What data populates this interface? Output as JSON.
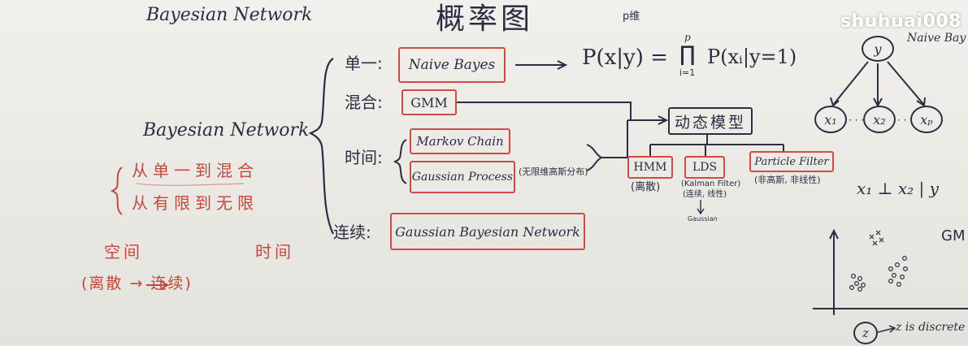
{
  "header": {
    "left_title": "Bayesian Network",
    "center_title": "概率图",
    "watermark": "shuhuai008"
  },
  "left": {
    "main_label": "Bayesian Network",
    "line1": "从单一到混合",
    "line2": "从有限到无限",
    "space": "空间",
    "time": "时间",
    "discrete_to_continuous": "(离散 → 连续)"
  },
  "categories": {
    "single": "单一:",
    "mixed": "混合:",
    "time": "时间:",
    "continuous": "连续:"
  },
  "models": {
    "naive_bayes": "Naive Bayes",
    "gmm": "GMM",
    "markov_chain": "Markov Chain",
    "gaussian_process": "Gaussian Process",
    "gp_note": "(无限维高斯分布)",
    "gbn": "Gaussian Bayesian Network"
  },
  "formula": {
    "dims_note": "p维",
    "lhs": "P(x|y) =",
    "prod_top": "p",
    "prod_sym": "∏",
    "prod_bottom": "i=1",
    "rhs": "P(xᵢ|y=1)"
  },
  "dynamic": {
    "title": "动态模型",
    "hmm": "HMM",
    "hmm_note": "(离散)",
    "lds": "LDS",
    "lds_note1": "(Kalman Filter)",
    "lds_note2": "(连续, 线性)",
    "lds_note3": "Gaussian",
    "pf": "Particle Filter",
    "pf_note": "(非高斯, 非线性)"
  },
  "graph": {
    "root": "y",
    "label": "Naive Bay",
    "x1": "x₁",
    "x2": "x₂",
    "xp": "xₚ",
    "dots": "· · ·",
    "independence": "x₁ ⊥ x₂ | y",
    "gm": "GM",
    "z_node": "z",
    "z_note": "z is discrete"
  },
  "colors": {
    "ink": "#2b2d42",
    "red": "#c9463d",
    "board": "#ecebe6"
  }
}
